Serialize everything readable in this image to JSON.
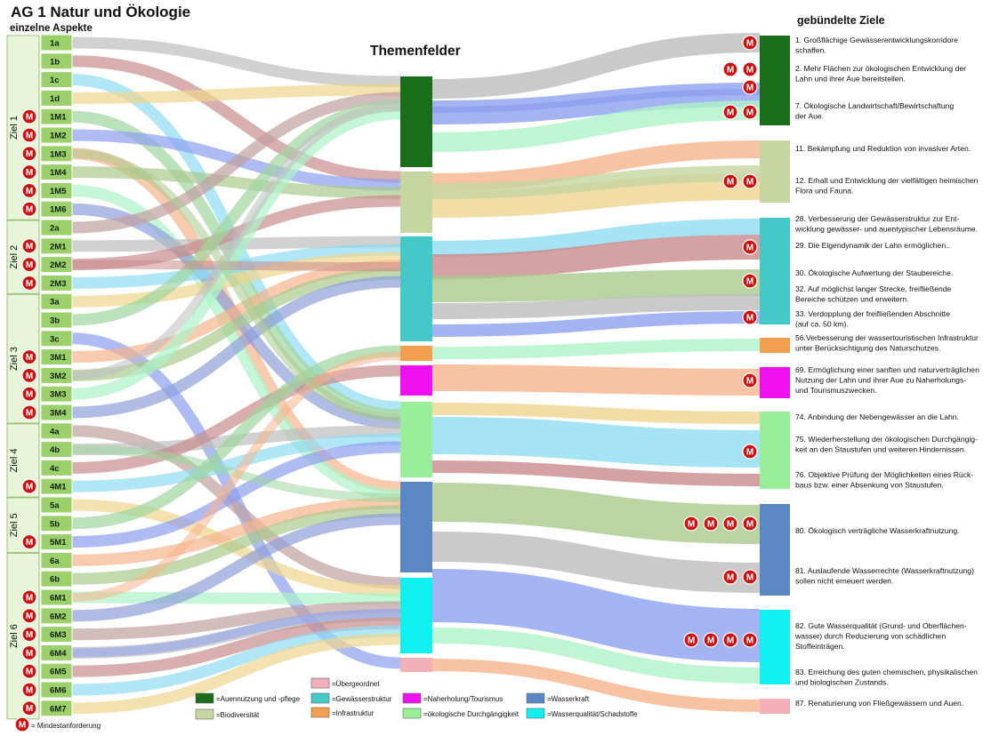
{
  "title": "AG 1  Natur und Ökologie",
  "subtitle": "einzelne Aspekte",
  "center_title": "Themenfelder",
  "goals_title": "gebündelte Ziele",
  "m_symbol": "M",
  "groups": [
    {
      "label": "Ziel 1",
      "first": 0,
      "last": 9
    },
    {
      "label": "Ziel 2",
      "first": 10,
      "last": 13
    },
    {
      "label": "Ziel 3",
      "first": 14,
      "last": 20
    },
    {
      "label": "Ziel 4",
      "first": 21,
      "last": 24
    },
    {
      "label": "Ziel 5",
      "first": 25,
      "last": 27
    },
    {
      "label": "Ziel 6",
      "first": 28,
      "last": 36
    }
  ],
  "aspects": [
    {
      "label": "1a",
      "m": false
    },
    {
      "label": "1b",
      "m": false
    },
    {
      "label": "1c",
      "m": false
    },
    {
      "label": "1d",
      "m": false
    },
    {
      "label": "1M1",
      "m": true
    },
    {
      "label": "1M2",
      "m": true
    },
    {
      "label": "1M3",
      "m": true
    },
    {
      "label": "1M4",
      "m": true
    },
    {
      "label": "1M5",
      "m": true
    },
    {
      "label": "1M6",
      "m": true
    },
    {
      "label": "2a",
      "m": false
    },
    {
      "label": "2M1",
      "m": true
    },
    {
      "label": "2M2",
      "m": true
    },
    {
      "label": "2M3",
      "m": true
    },
    {
      "label": "3a",
      "m": false
    },
    {
      "label": "3b",
      "m": false
    },
    {
      "label": "3c",
      "m": false
    },
    {
      "label": "3M1",
      "m": true
    },
    {
      "label": "3M2",
      "m": true
    },
    {
      "label": "3M3",
      "m": true
    },
    {
      "label": "3M4",
      "m": true
    },
    {
      "label": "4a",
      "m": false
    },
    {
      "label": "4b",
      "m": false
    },
    {
      "label": "4c",
      "m": false
    },
    {
      "label": "4M1",
      "m": true
    },
    {
      "label": "5a",
      "m": false
    },
    {
      "label": "5b",
      "m": false
    },
    {
      "label": "5M1",
      "m": true
    },
    {
      "label": "6a",
      "m": false
    },
    {
      "label": "6b",
      "m": false
    },
    {
      "label": "6M1",
      "m": true
    },
    {
      "label": "6M2",
      "m": true
    },
    {
      "label": "6M3",
      "m": true
    },
    {
      "label": "6M4",
      "m": true
    },
    {
      "label": "6M5",
      "m": true
    },
    {
      "label": "6M6",
      "m": true
    },
    {
      "label": "6M7",
      "m": true
    }
  ],
  "themes": [
    {
      "id": "auen",
      "color": "#1a6e1a"
    },
    {
      "id": "bio",
      "color": "#c6d6a0"
    },
    {
      "id": "gew",
      "color": "#44c8c8"
    },
    {
      "id": "infra",
      "color": "#f2a050"
    },
    {
      "id": "nah",
      "color": "#ee10ee"
    },
    {
      "id": "durch",
      "color": "#99ee99"
    },
    {
      "id": "wkraft",
      "color": "#5b88c4"
    },
    {
      "id": "wqual",
      "color": "#10f0f0"
    },
    {
      "id": "ueber",
      "color": "#f2b0b8"
    }
  ],
  "goals": [
    {
      "text": "1. Großflächige Gewässerentwicklungskorridore schaffen.",
      "m": 1
    },
    {
      "text": "2. Mehr Flächen zur ökologischen Entwicklung der Lahn und ihrer Aue bereitstellen.",
      "m": 3
    },
    {
      "text": "7. Ökologische Landwirtschaft/Bewirtschaftung der Aue.",
      "m": 2
    },
    {
      "text": "11. Bekämpfung und Reduktion von  invasiver Arten.",
      "m": 0
    },
    {
      "text": "12. Erhalt und Entwicklung der vielfältigen heimischen Flora und Fauna.",
      "m": 2
    },
    {
      "text": "28. Verbesserung der Gewässerstruktur zur Ent-wicklung gewässer- und auentypischer Lebensräume.",
      "m": 0
    },
    {
      "text": "29. Die Eigendynamik der Lahn ermöglichen..",
      "m": 1
    },
    {
      "text": "30. Ökologische Aufwertung der Staubereiche.",
      "m": 1
    },
    {
      "text": "32. Auf möglichst langer Strecke, freifließende Bereiche schützen und erweitern.",
      "m": 1
    },
    {
      "text": "33. Verdopplung der freifließenden Abschnitte (auf ca. 50 km).",
      "m": 0
    },
    {
      "text": "56.Verbesserung der wassertouristischen  Infrastruktur unter Berücksichtigung des Naturschutzes.",
      "m": 0
    },
    {
      "text": "69. Ermöglichung einer sanften und naturverträglichen Nutzung der Lahn und ihrer Aue zu Naherholungs- und Tourismuszwecken.",
      "m": 1
    },
    {
      "text": "74. Anbindung der Nebengewässer an die Lahn.",
      "m": 0
    },
    {
      "text": "75. Wiederherstellung der ökologischen Durchgängig-keit an den Staustufen und weiteren Hindernissen.",
      "m": 1
    },
    {
      "text": "76. Objektive Prüfung der Möglichkeiten eines Rück-baus bzw. einer Absenkung von Staustufen.",
      "m": 0
    },
    {
      "text": "80. Ökologisch verträgliche Wasserkraftnutzung.",
      "m": 4
    },
    {
      "text": "81. Auslaufende Wasserrechte (Wasserkraftnutzung) sollen nicht erneuert werden.",
      "m": 2
    },
    {
      "text": "82. Gute Wasserqualität (Grund- und Oberflächen-wasser) durch Reduzierung von schädlichen Stoffeinträgen.",
      "m": 4
    },
    {
      "text": "83. Erreichung des guten chemischen, physikalischen und biologischen Zustands.",
      "m": 0
    },
    {
      "text": "87. Renaturierung von Fließgewässern und Auen.",
      "m": 0
    }
  ],
  "legend": [
    {
      "label": "=Auennutzung und -pflege",
      "color": "#1a6e1a"
    },
    {
      "label": "=Biodiversität",
      "color": "#c6d6a0"
    },
    {
      "label": "=Übergeordnet",
      "color": "#f2b0b8"
    },
    {
      "label": "=Infrastruktur",
      "color": "#f2a050"
    },
    {
      "label": "=Gewässerstruktur",
      "color": "#44c8c8"
    },
    {
      "label": "=Naherholung/Tourismus",
      "color": "#ee10ee"
    },
    {
      "label": "=ökologische Durchgängigkeit",
      "color": "#99ee99"
    },
    {
      "label": "=Wasserkraft",
      "color": "#5b88c4"
    },
    {
      "label": "=Wasserqualität/Schadstoffe",
      "color": "#10f0f0"
    }
  ],
  "legend_m": "= Mindestanforderung",
  "flow_colors": [
    "#bdbdbd",
    "#c98b8b",
    "#8fdcf2",
    "#eed58f",
    "#9fd59f",
    "#8da0ee",
    "#f5b48c",
    "#a9c98c",
    "#aef2c8",
    "#8fa0d8",
    "#c0a0a0"
  ]
}
